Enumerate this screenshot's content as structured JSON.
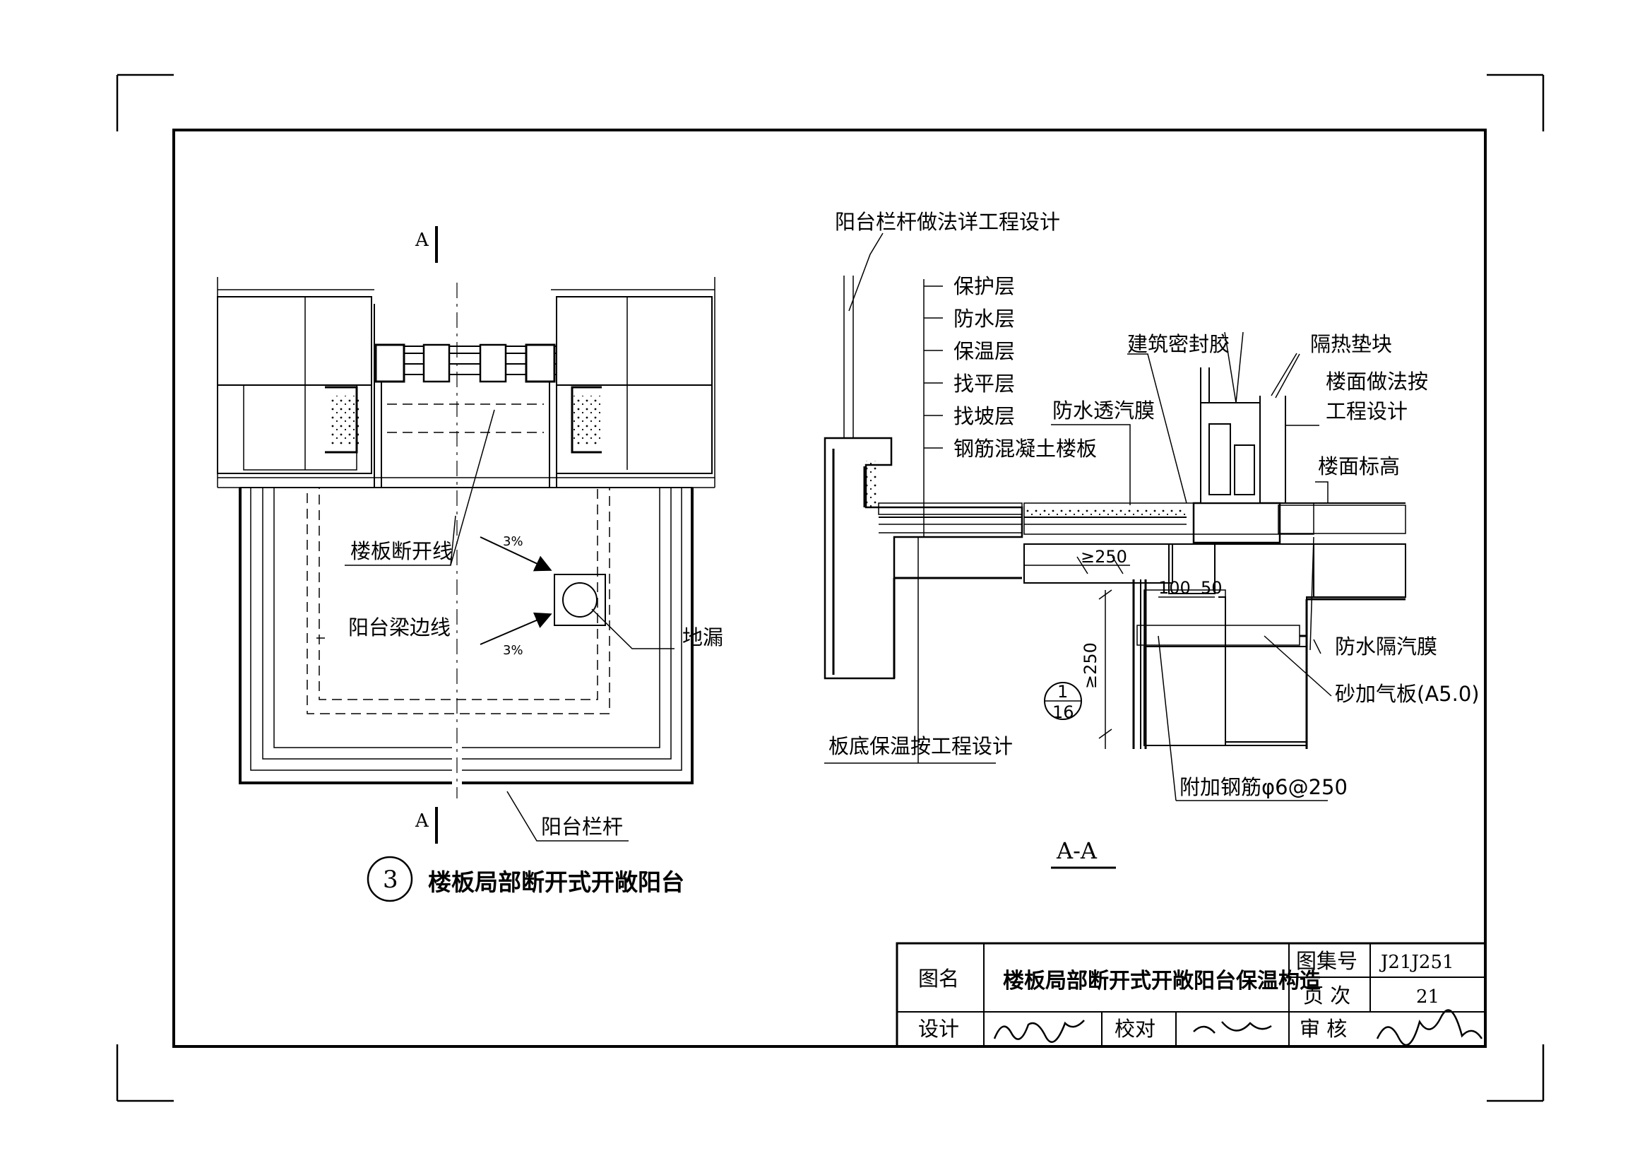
{
  "section_marks": {
    "top": "A",
    "bottom": "A"
  },
  "plan": {
    "number": "3",
    "title": "楼板局部断开式开敞阳台",
    "labels": {
      "slab_break_line": "楼板断开线",
      "beam_edge_line": "阳台梁边线",
      "floor_drain": "地漏",
      "railing": "阳台栏杆",
      "slope_upper": "3%",
      "slope_lower": "3%"
    }
  },
  "section": {
    "title": "A-A",
    "labels": {
      "railing_design": "阳台栏杆做法详工程设计",
      "protective_layer": "保护层",
      "waterproof_layer": "防水层",
      "insulation_layer": "保温层",
      "leveling_layer": "找平层",
      "slope_layer": "找坡层",
      "rc_slab": "钢筋混凝土楼板",
      "sealant": "建筑密封胶",
      "thermal_pad": "隔热垫块",
      "floor_design": "楼面做法按",
      "floor_design_2": "工程设计",
      "breathable_membrane": "防水透汽膜",
      "floor_elevation": "楼面标高",
      "vapor_barrier": "防水隔汽膜",
      "aac_board": "砂加气板(A5.0)",
      "bottom_insulation": "板底保温按工程设计",
      "extra_rebar": "附加钢筋φ6@250",
      "dim_250_h": "≥250",
      "dim_100": "100",
      "dim_50": "50",
      "dim_250_v": "≥250",
      "ref_top": "1",
      "ref_bottom": "16"
    }
  },
  "title_block": {
    "name_label": "图名",
    "drawing_name": "楼板局部断开式开敞阳台保温构造",
    "atlas_label": "图集号",
    "atlas_no": "J21J251",
    "page_label": "页 次",
    "page_no": "21",
    "design_label": "设计",
    "check_label": "校对",
    "review_label": "审 核"
  }
}
